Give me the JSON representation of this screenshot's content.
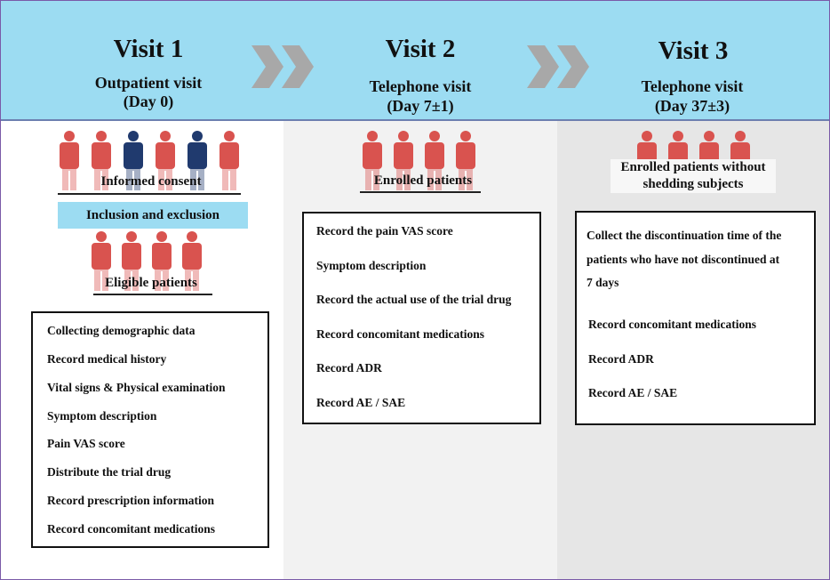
{
  "visits": [
    {
      "title": "Visit 1",
      "subtitle": "Outpatient visit",
      "day": "(Day 0)"
    },
    {
      "title": "Visit 2",
      "subtitle": "Telephone visit",
      "day": "(Day 7±1)"
    },
    {
      "title": "Visit 3",
      "subtitle": "Telephone visit",
      "day": "(Day 37±3)"
    }
  ],
  "colors": {
    "header": "#9cdcf2",
    "person_red": "#d9534f",
    "person_blue": "#203a6e",
    "chevron": "#a8a8a8",
    "inclusion_bar": "#9cdcf2"
  },
  "icons": [
    "person-icon",
    "double-chevron-icon"
  ],
  "col1": {
    "people_top": [
      "red",
      "red",
      "blue",
      "red",
      "blue",
      "red"
    ],
    "consent_label": "Informed consent",
    "inclusion_label": "Inclusion and exclusion",
    "people_bottom": [
      "red",
      "red",
      "red",
      "red"
    ],
    "eligible_label": "Eligible patients",
    "items": [
      "Collecting demographic data",
      "Record medical history",
      "Vital signs & Physical examination",
      "Symptom description",
      "Pain VAS score",
      "Distribute the trial drug",
      "Record prescription information",
      "Record concomitant medications"
    ]
  },
  "col2": {
    "people": [
      "red",
      "red",
      "red",
      "red"
    ],
    "enrolled_label": "Enrolled patients",
    "items": [
      "Record the pain VAS score",
      "Symptom description",
      "Record the actual use of the trial drug",
      "Record concomitant medications",
      "Record ADR",
      "Record AE / SAE"
    ]
  },
  "col3": {
    "people": [
      "red",
      "red",
      "red",
      "red"
    ],
    "enrolled_label_line1": "Enrolled patients without",
    "enrolled_label_line2": "shedding subjects",
    "intro_lines": [
      "Collect the discontinuation time of the",
      "patients who have not discontinued at",
      "7 days"
    ],
    "items": [
      "Record concomitant medications",
      "Record ADR",
      "Record AE / SAE"
    ]
  }
}
